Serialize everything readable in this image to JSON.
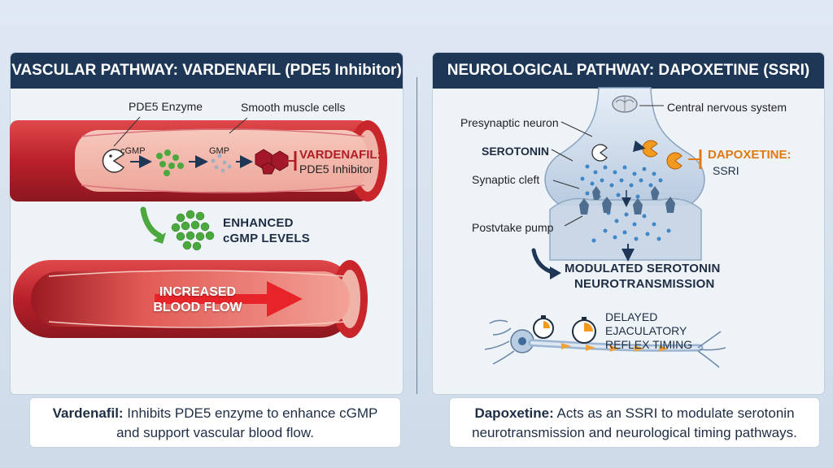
{
  "left_panel": {
    "title": "VASCULAR PATHWAY: VARDENAFIL (PDE5 Inhibitor)",
    "labels": {
      "pde5_enzyme": "PDE5 Enzyme",
      "smooth_muscle": "Smooth muscle cells",
      "cgmp": "cGMP",
      "gmp": "GMP",
      "vardenafil": "VARDENAFIL:",
      "pde5_inhibitor": "PDE5 Inhibitor",
      "enhanced_line1": "ENHANCED",
      "enhanced_line2": "cGMP LEVELS",
      "increased_line1": "INCREASED",
      "increased_line2": "BLOOD FLOW"
    },
    "caption": {
      "bold": "Vardenafil:",
      "line1_rest": " Inhibits PDE5 enzyme to enhance cGMP",
      "line2": "and support vascular blood flow."
    }
  },
  "right_panel": {
    "title": "NEUROLOGICAL PATHWAY: DAPOXETINE (SSRI)",
    "labels": {
      "cns": "Central nervous system",
      "presynaptic": "Presynaptic neuron",
      "serotonin": "SEROTONIN",
      "synaptic_cleft": "Synaptic cleft",
      "pump": "Postvtake pump",
      "dapoxetine": "DAPOXETINE:",
      "ssri": "SSRI",
      "modulated_line1": "MODULATED SEROTONIN",
      "modulated_line2": "NEUROTRANSMISSION",
      "delayed_line1": "DELAYED",
      "delayed_line2": "EJACULATORY",
      "delayed_line3": "REFLEX TIMING"
    },
    "caption": {
      "bold": "Dapoxetine:",
      "line1_rest": " Acts as an SSRI to modulate serotonin",
      "line2": "neurotransmission and neurological timing pathways."
    }
  },
  "colors": {
    "header_bg": "#1f3757",
    "vessel_red": "#c8262b",
    "vardenafil_red": "#b01e24",
    "dapoxetine_orange": "#e0790f",
    "cgmp_green": "#4aa83d",
    "serotonin_blue": "#3f87c9"
  },
  "icons": [
    "pacman-enzyme-icon",
    "brain-icon",
    "stopwatch-icon",
    "neuron-icon",
    "arrow-icon",
    "inhibitor-bar-icon"
  ]
}
